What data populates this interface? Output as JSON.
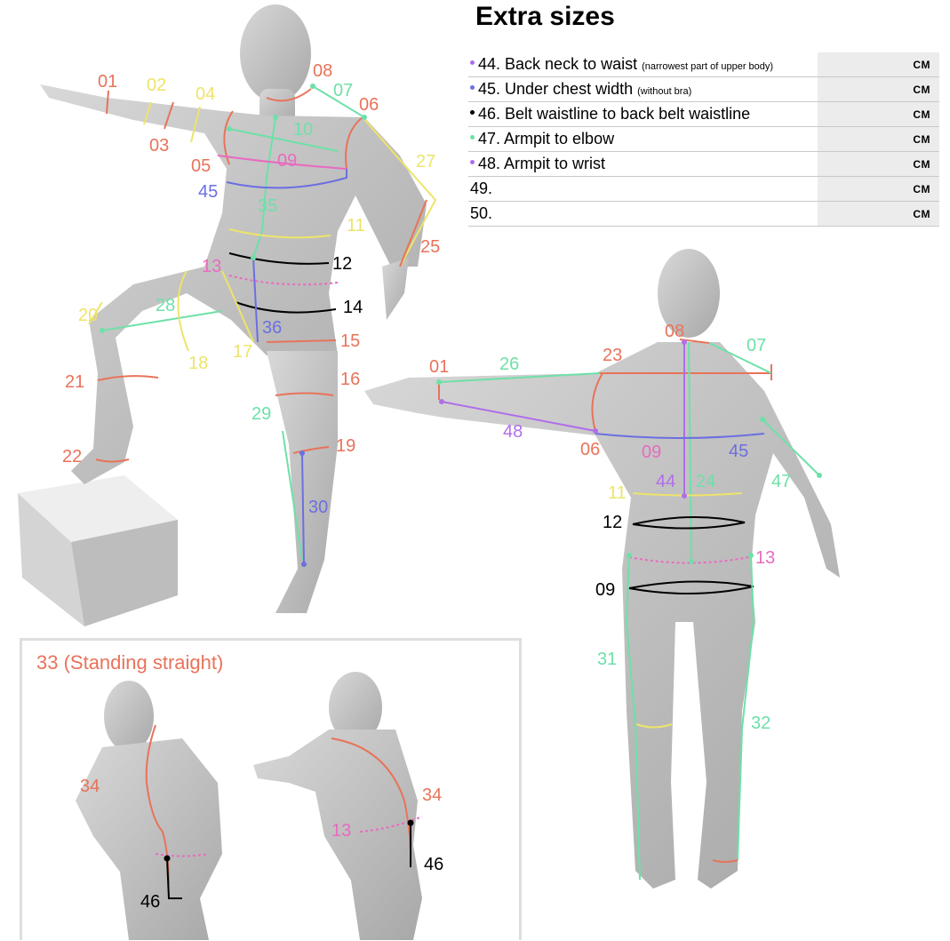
{
  "title": "Extra sizes",
  "colors": {
    "red": "#e8735a",
    "yellow": "#ede46a",
    "green": "#6ee0a8",
    "blue": "#6b6fe0",
    "pink": "#e86bc0",
    "purple": "#b06ee8",
    "black": "#000000",
    "table_value_bg": "#ececec"
  },
  "table": {
    "rows": [
      {
        "dot": "purple",
        "label": "44. Back neck to waist",
        "note": "(narrowest part of upper body)",
        "value": "CM"
      },
      {
        "dot": "blue",
        "label": "45. Under chest width",
        "note": "(without bra)",
        "value": "CM"
      },
      {
        "dot": "black",
        "label": "46. Belt waistline to back belt waistline",
        "note": "",
        "value": "CM"
      },
      {
        "dot": "green",
        "label": "47. Armpit to elbow",
        "note": "",
        "value": "CM"
      },
      {
        "dot": "purple",
        "label": "48. Armpit to wrist",
        "note": "",
        "value": "CM"
      },
      {
        "dot": "",
        "label": "49.",
        "note": "",
        "value": "CM"
      },
      {
        "dot": "",
        "label": "50.",
        "note": "",
        "value": "CM"
      }
    ]
  },
  "inset": {
    "title": "33 (Standing straight)"
  },
  "figure_front": {
    "labels": [
      "01",
      "02",
      "03",
      "04",
      "05",
      "06",
      "07",
      "08",
      "09",
      "10",
      "11",
      "12",
      "13",
      "14",
      "15",
      "16",
      "17",
      "18",
      "19",
      "20",
      "21",
      "22",
      "25",
      "27",
      "28",
      "29",
      "30",
      "35",
      "36",
      "45"
    ]
  },
  "figure_back": {
    "labels": [
      "01",
      "26",
      "23",
      "08",
      "07",
      "06",
      "48",
      "09",
      "45",
      "44",
      "24",
      "47",
      "11",
      "12",
      "13",
      "09",
      "31",
      "32"
    ]
  },
  "figure_inset": {
    "labels": [
      "34",
      "46",
      "34",
      "13",
      "46"
    ]
  }
}
